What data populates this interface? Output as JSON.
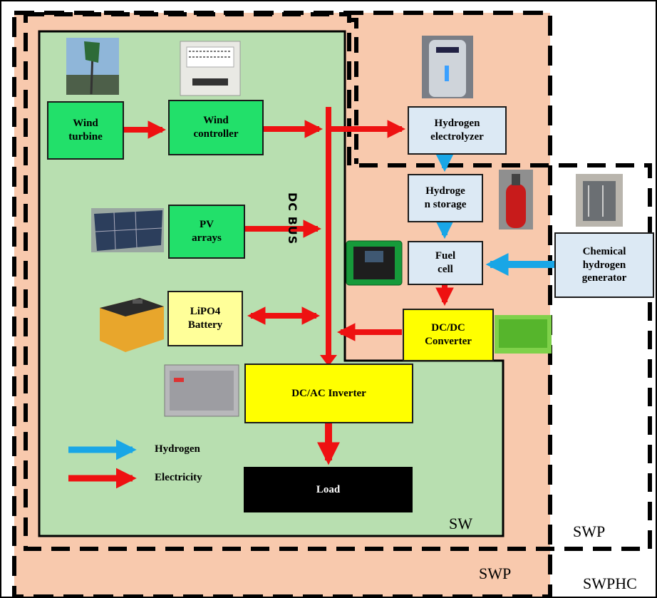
{
  "nodes": {
    "wind_turbine": "Wind\nturbine",
    "wind_controller": "Wind\ncontroller",
    "pv_arrays": "PV\narrays",
    "battery": "LiPO4\nBattery",
    "inverter": "DC/AC Inverter",
    "load": "Load",
    "electrolyzer": "Hydrogen\nelectrolyzer",
    "storage": "Hydroge\nn storage",
    "fuel_cell": "Fuel\ncell",
    "dcdc": "DC/DC\nConverter",
    "chem_gen": "Chemical\nhydrogen\ngenerator"
  },
  "bus_label": "DC BUS",
  "legend": {
    "hydrogen": "Hydrogen",
    "electricity": "Electricity"
  },
  "regions": {
    "sw": "SW",
    "swp_inner": "SWP",
    "swp_outer": "SWP",
    "swphc": "SWPHC"
  },
  "colors": {
    "electricity": "#ee1111",
    "hydrogen": "#19a6e6",
    "sw_fill": "#b8dfb0",
    "swp_fill": "#f8c9ad",
    "generation_box": "#22e06a",
    "hydrogen_box": "#dce9f4",
    "converter_box": "#ffff00",
    "battery_box": "#ffff99"
  }
}
